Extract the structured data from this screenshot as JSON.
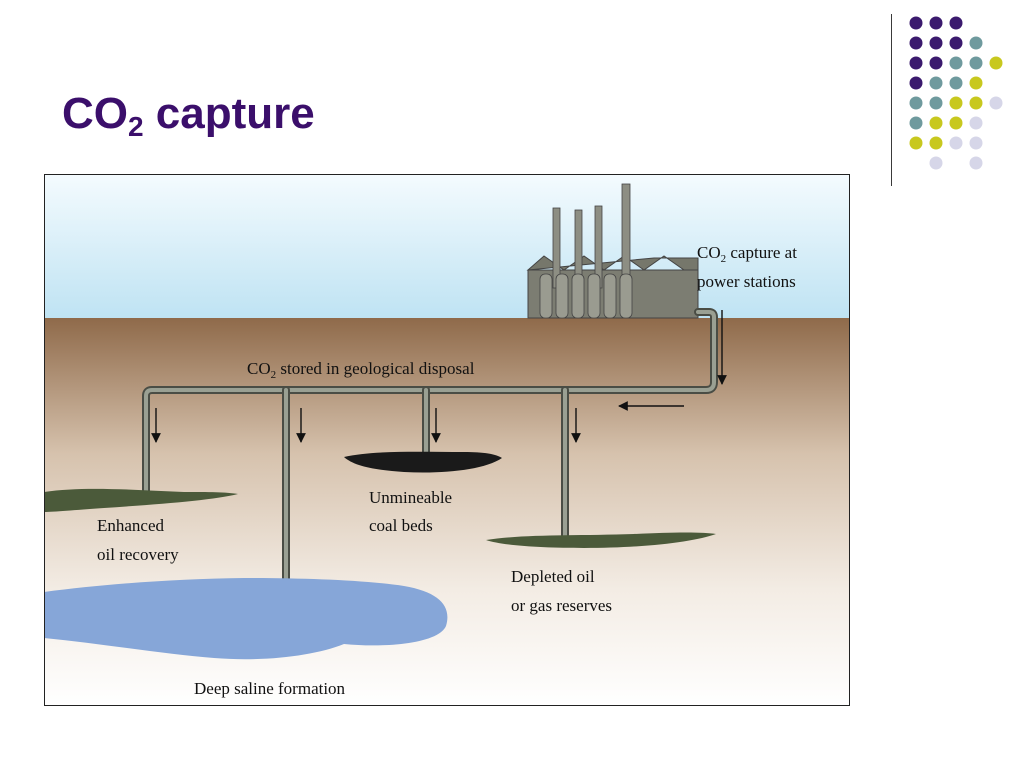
{
  "slide": {
    "title_main": "CO",
    "title_sub": "2",
    "title_rest": " capture"
  },
  "diagram": {
    "capture_label_line1_pre": "CO",
    "capture_label_line1_sub": "2",
    "capture_label_line1_post": " capture at",
    "capture_label_line2": "power stations",
    "stored_label_pre": "CO",
    "stored_label_sub": "2",
    "stored_label_post": " stored in geological disposal",
    "oil_line1": "Enhanced",
    "oil_line2": "oil recovery",
    "coal_line1": "Unmineable",
    "coal_line2": "coal beds",
    "depleted_line1": "Depleted oil",
    "depleted_line2": "or gas reserves",
    "saline_label": "Deep saline formation"
  },
  "colors": {
    "title": "#3b0f6b",
    "sky_top": "#c9e6f4",
    "ground_top": "#8f6a4a",
    "oil": "#4b5a3a",
    "coal": "#1a1a1a",
    "saline": "#86a6d8",
    "pipe": "#8a8f83"
  },
  "decor": {
    "dot_colors": [
      "#3b1a6e",
      "#6f9a9e",
      "#c8c81e",
      "#d6d6e8"
    ]
  }
}
